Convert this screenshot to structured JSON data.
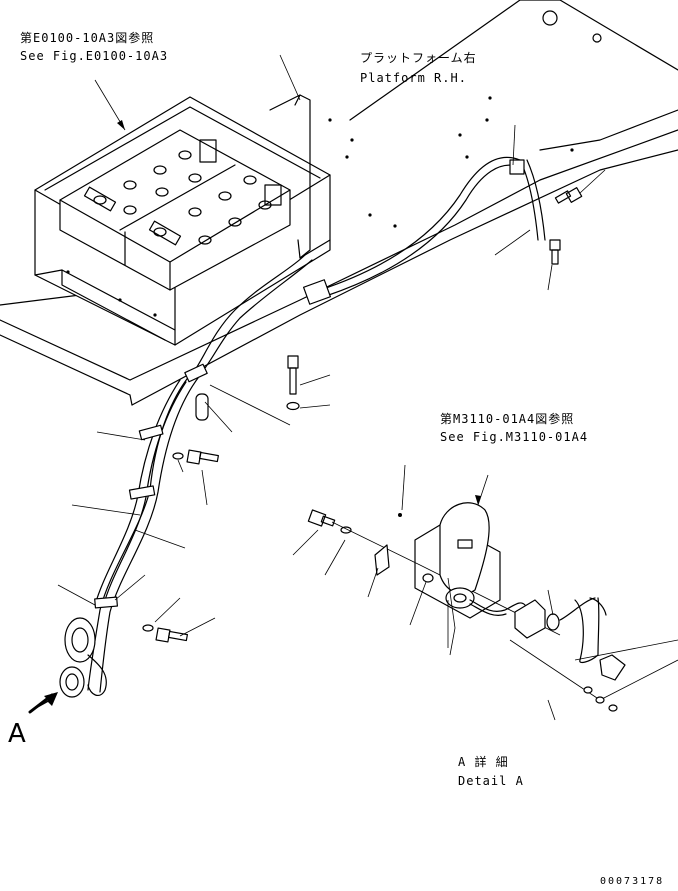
{
  "callouts": {
    "battery_ref_jp": "第E0100-10A3図参照",
    "battery_ref_en": "See Fig.E0100-10A3",
    "platform_jp": "プラットフォーム右",
    "platform_en": "Platform R.H.",
    "switch_ref_jp": "第M3110-01A4図参照",
    "switch_ref_en": "See Fig.M3110-01A4",
    "view_arrow_letter": "A",
    "detail_jp": "A 詳 細",
    "detail_en": "Detail A"
  },
  "drawing_number": "00073178"
}
